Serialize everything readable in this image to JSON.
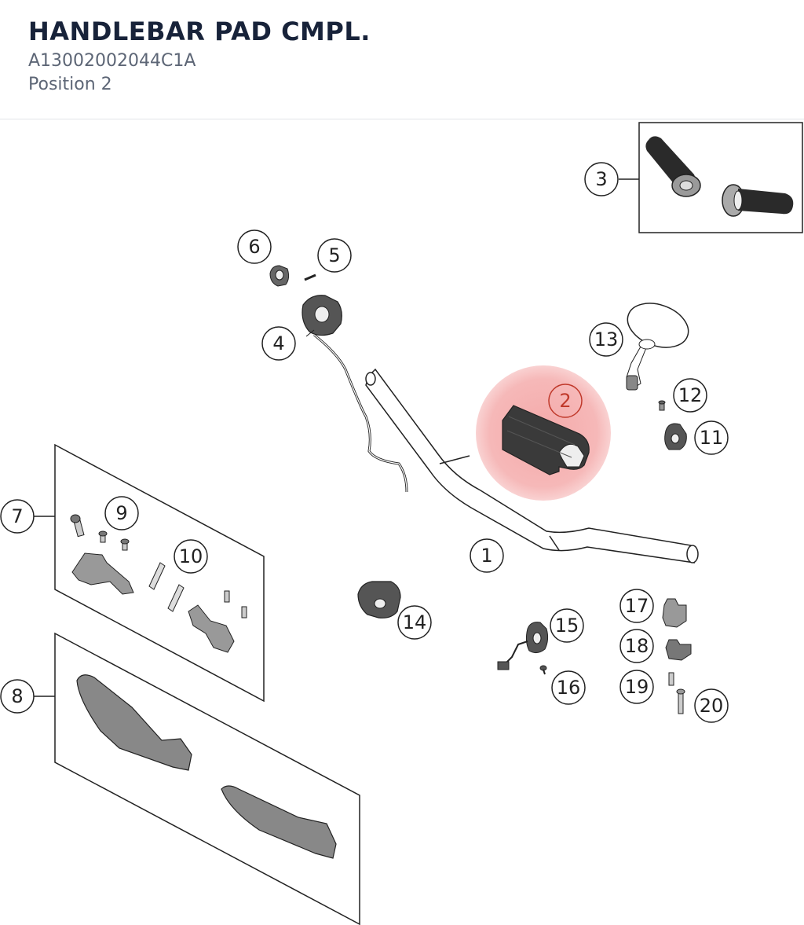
{
  "header": {
    "title": "HANDLEBAR PAD CMPL.",
    "part_number": "A13002002044C1A",
    "position": "Position 2"
  },
  "colors": {
    "title": "#18233a",
    "subtitle": "#5d6676",
    "highlight": "#f08a8a",
    "highlight_text": "#c0392b",
    "line": "#222222"
  },
  "diagram": {
    "highlighted": "2",
    "callouts": [
      {
        "id": "1",
        "label": "1"
      },
      {
        "id": "2",
        "label": "2"
      },
      {
        "id": "3",
        "label": "3"
      },
      {
        "id": "4",
        "label": "4"
      },
      {
        "id": "5",
        "label": "5"
      },
      {
        "id": "6",
        "label": "6"
      },
      {
        "id": "7",
        "label": "7"
      },
      {
        "id": "8",
        "label": "8"
      },
      {
        "id": "9",
        "label": "9"
      },
      {
        "id": "10",
        "label": "10"
      },
      {
        "id": "11",
        "label": "11"
      },
      {
        "id": "12",
        "label": "12"
      },
      {
        "id": "13",
        "label": "13"
      },
      {
        "id": "14",
        "label": "14"
      },
      {
        "id": "15",
        "label": "15"
      },
      {
        "id": "16",
        "label": "16"
      },
      {
        "id": "17",
        "label": "17"
      },
      {
        "id": "18",
        "label": "18"
      },
      {
        "id": "19",
        "label": "19"
      },
      {
        "id": "20",
        "label": "20"
      }
    ]
  }
}
